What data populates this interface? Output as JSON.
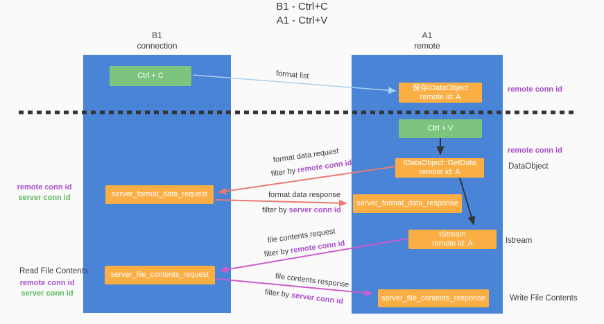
{
  "title": {
    "line1": "B1 - Ctrl+C",
    "line2": "A1 - Ctrl+V"
  },
  "columns": {
    "left": {
      "name": "B1",
      "role": "connection"
    },
    "right": {
      "name": "A1",
      "role": "remote"
    }
  },
  "nodes": {
    "ctrl_c": "Ctrl + C",
    "ctrl_v": "Ctrl + V",
    "save_dataobject": {
      "line1": "保存IDataObject",
      "line2": "remote id: A"
    },
    "getdata": {
      "line1": "IDataObject::GetData",
      "line2": "remote id: A"
    },
    "istream": {
      "line1": "IStream",
      "line2": "remote id: A"
    },
    "server_format_data_request": "server_format_data_request",
    "server_format_data_response": "server_format_data_response",
    "server_file_contents_request": "server_file_contents_request",
    "server_file_contents_response": "server_file_contents_response"
  },
  "arrow_labels": {
    "format_list": "format list",
    "format_data_request": "format data request",
    "format_data_response": "format data response",
    "file_contents_request": "file contents request",
    "file_contents_response": "file contents response",
    "filter_by": "filter by ",
    "remote_conn_id": "remote conn id",
    "server_conn_id": "server conn id"
  },
  "side_labels": {
    "remote_conn_id": "remote conn id",
    "server_conn_id": "server conn id",
    "dataobject": "DataObject",
    "istream": "Istream",
    "read_file_contents": "Read File Contents",
    "write_file_contents": "Write File Contents"
  },
  "colors": {
    "background": "#fafafa",
    "column_blue": "#4a84d6",
    "box_orange": "#fbae44",
    "box_green": "#7dc47f",
    "arrow_blue": "#a9d2f0",
    "arrow_red": "#ea7a70",
    "arrow_magenta": "#cc5ccc",
    "arrow_black": "#333333",
    "dashed_line": "#333333",
    "text_purple": "#a84fc8",
    "text_green": "#5cb85c",
    "text_dark": "#3c3c3c"
  }
}
